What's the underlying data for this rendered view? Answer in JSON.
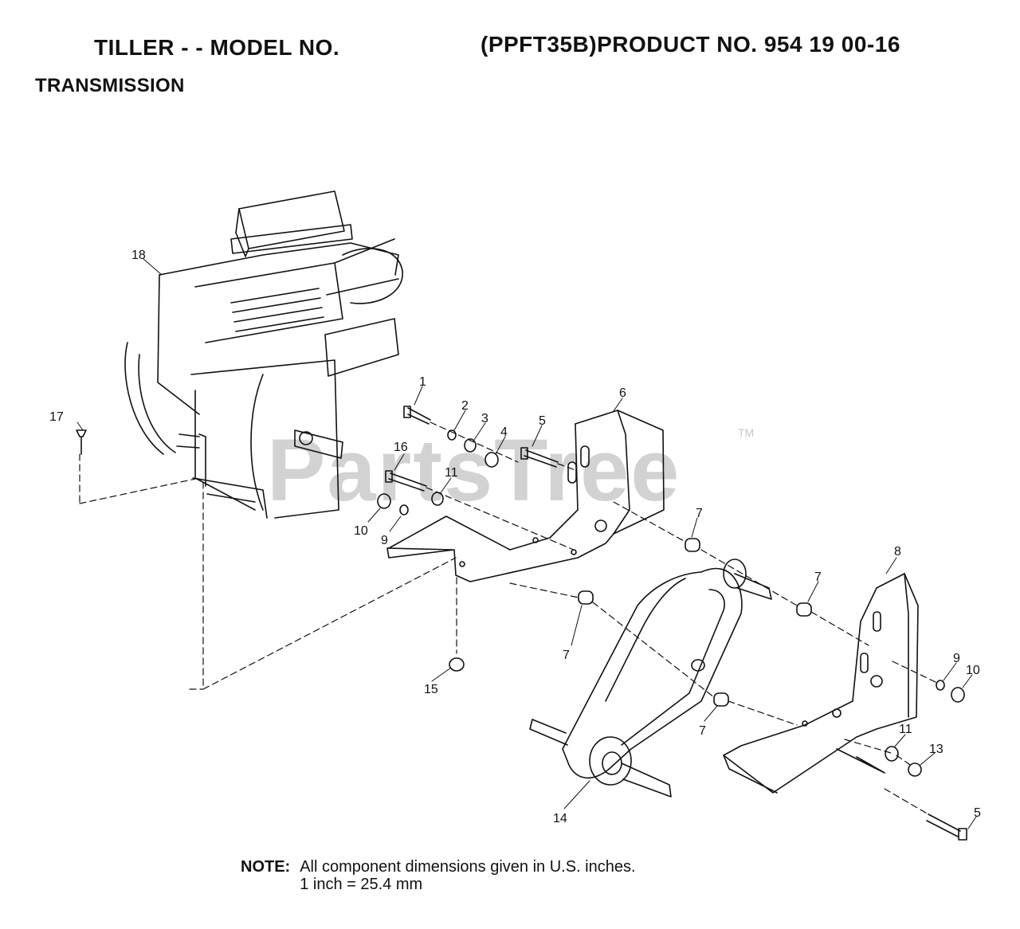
{
  "header": {
    "left": "TILLER - - MODEL NO.",
    "right": "(PPFT35B)PRODUCT NO. 954 19 00-16",
    "section": "TRANSMISSION"
  },
  "watermark": {
    "text": "PartsTree",
    "tm": "TM"
  },
  "callouts": [
    "1",
    "2",
    "3",
    "4",
    "5",
    "6",
    "7",
    "7",
    "7",
    "7",
    "8",
    "9",
    "9",
    "10",
    "10",
    "11",
    "11",
    "13",
    "14",
    "15",
    "16",
    "17",
    "18",
    "5"
  ],
  "note": {
    "label": "NOTE:",
    "line1": "All component dimensions given in U.S. inches.",
    "line2": "1 inch = 25.4 mm"
  }
}
